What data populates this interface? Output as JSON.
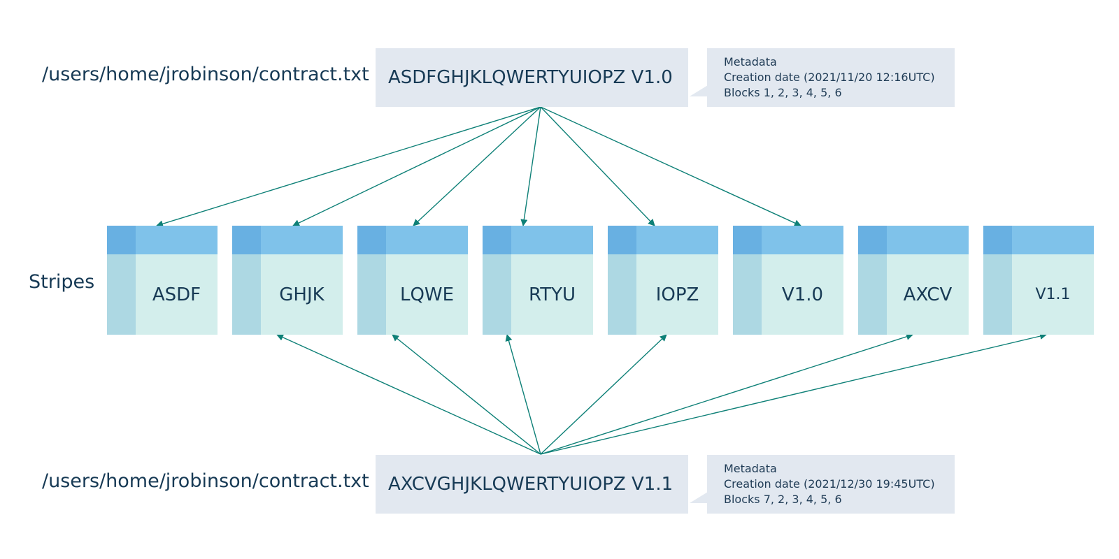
{
  "files": [
    {
      "path": "/users/home/jrobinson/contract.txt",
      "content": "ASDFGHJKLQWERTYUIOPZ V1.0",
      "metadata": {
        "title": "Metadata",
        "creation": "Creation date (2021/11/20  12:16UTC)",
        "blocks": "Blocks 1, 2, 3, 4, 5, 6"
      },
      "links": [
        "ASDF",
        "GHJK",
        "LQWE",
        "RTYU",
        "IOPZ",
        "V1.0"
      ]
    },
    {
      "path": "/users/home/jrobinson/contract.txt",
      "content": "AXCVGHJKLQWERTYUIOPZ V1.1",
      "metadata": {
        "title": "Metadata",
        "creation": "Creation date (2021/12/30  19:45UTC)",
        "blocks": "Blocks 7, 2, 3, 4, 5, 6"
      },
      "links": [
        "GHJK",
        "LQWE",
        "RTYU",
        "IOPZ",
        "AXCV",
        "V1.1"
      ]
    }
  ],
  "stripes_label": "Stripes",
  "stripes": [
    "ASDF",
    "GHJK",
    "LQWE",
    "RTYU",
    "IOPZ",
    "V1.0",
    "AXCV",
    "V1.1"
  ],
  "colors": {
    "arrow": "#0e8077",
    "stripe_header": "#7fc2ea",
    "stripe_body": "#d3eeec",
    "box_bg": "#e2e8f0"
  }
}
